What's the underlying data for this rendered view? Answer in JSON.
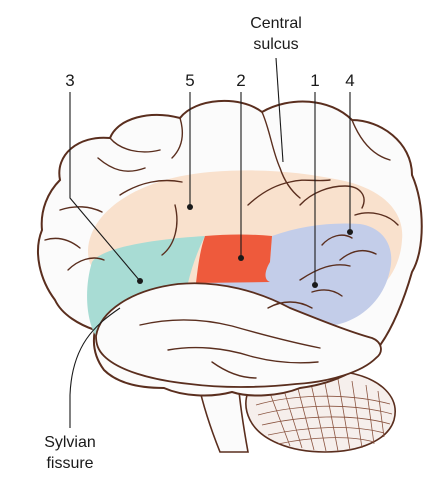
{
  "labels": {
    "region_1": "1",
    "region_2": "2",
    "region_3": "3",
    "region_4": "4",
    "region_5": "5",
    "central_sulcus": [
      "Central",
      "sulcus"
    ],
    "sylvian_fissure": [
      "Sylvian",
      "fissure"
    ]
  },
  "colors": {
    "brain_fill": "#fbfbfb",
    "outline": "#5a2e1e",
    "region_2_red": "#ee5a3c",
    "region_3_teal": "#a8dcd4",
    "region_1_4_blue": "#c3cde9",
    "region_5_peach": "#f8dcc4",
    "cerebellum": "#f6efec"
  }
}
